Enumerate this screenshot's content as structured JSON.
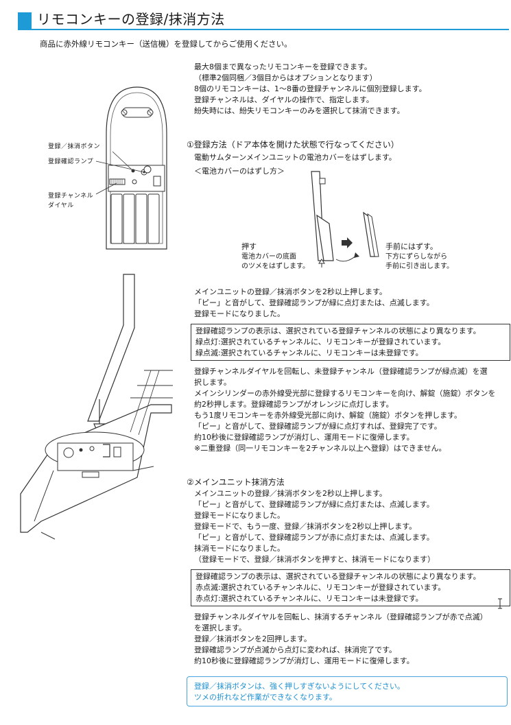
{
  "page": {
    "title": "リモコンキーの登録/抹消方法",
    "intro": "商品に赤外線リモコンキー（送信機）を登録してからご使用ください。"
  },
  "overview": [
    "最大8個まで異なったリモコンキーを登録できます。",
    "（標準2個同梱／3個目からはオプションとなります）",
    "8個のリモコンキーは、1～8番の登録チャンネルに個別登録します。",
    "登録チャンネルは、ダイヤルの操作で、指定します。",
    "紛失時には、紛失リモコンキーのみを選択して抹消できます。"
  ],
  "remote_labels": {
    "button": "登録／抹消ボタン",
    "lamp": "登録確認ランプ",
    "channel_line1": "登録チャンネル",
    "channel_line2": "ダイヤル"
  },
  "section1": {
    "heading": "①登録方法（ドア本体を開けた状態で行なってください）",
    "sub": "電動サムターンメインユニットの電池カバーをはずします。",
    "cover_heading": "＜電池カバーのはずし方＞",
    "push_label": "押す",
    "push_desc1": "電池カバーの底面",
    "push_desc2": "のツメをはずします。",
    "remove_label": "手前にはずす。",
    "remove_desc1": "下方にずらしながら",
    "remove_desc2": "手前に引き出します。",
    "steps_a": [
      "メインユニットの登録／抹消ボタンを2秒以上押します。",
      "「ピー」と音がして、登録確認ランプが緑に点灯または、点滅します。",
      "登録モードになりました。"
    ],
    "box": [
      "登録確認ランプの表示は、選択されている登録チャンネルの状態により異なります。",
      "緑点灯:選択されているチャンネルに、リモコンキーが登録されています。",
      "緑点滅:選択されているチャンネルに、リモコンキーは未登録です。"
    ],
    "steps_b": [
      "登録チャンネルダイヤルを回転し、未登録チャンネル（登録確認ランプが緑点滅）を選",
      "択します。",
      "メインシリンダーの赤外線受光部に登録するリモコンキーを向け、解錠（施錠）ボタンを",
      "約2秒押します。登録確認ランプがオレンジに点灯します。",
      "もう1度リモコンキーを赤外線受光部に向け、解錠（施錠）ボタンを押します。",
      "「ピー」と音がして、登録確認ランプが緑に点灯すれば、登録完了です。",
      "約10秒後に登録確認ランプが消灯し、運用モードに復帰します。",
      "※二重登録（同一リモコンキーを2チャンネル以上へ登録）はできません。"
    ]
  },
  "section2": {
    "heading": "②メインユニット抹消方法",
    "steps_a": [
      "メインユニットの登録／抹消ボタンを2秒以上押します。",
      "「ピー」と音がして、登録確認ランプが緑に点灯または、点滅します。",
      "登録モードになりました。",
      "登録モードで、もう一度、登録／抹消ボタンを2秒以上押します。",
      "「ピー」と音がして、登録確認ランプが赤に点灯または、点滅します。",
      "抹消モードになりました。",
      "（登録モードで、登録／抹消ボタンを押すと、抹消モードになります）"
    ],
    "box": [
      "登録確認ランプの表示は、選択されている登録チャンネルの状態により異なります。",
      "赤点滅:選択されているチャンネルに、リモコンキーが登録されています。",
      "赤点灯:選択されているチャンネルに、リモコンキーは未登録です。"
    ],
    "steps_b": [
      "登録チャンネルダイヤルを回転し、抹消するチャンネル（登録確認ランプが赤で点滅）",
      "を選択します。",
      "登録／抹消ボタンを2回押します。",
      "登録確認ランプが点滅から点灯に変われば、抹消完了です。",
      "約10秒後に登録確認ランプが消灯し、運用モードに復帰します。"
    ]
  },
  "note": [
    "登録／抹消ボタンは、強く押しすぎないようにしてください。",
    "ツメの折れなど作業ができなくなります。"
  ],
  "colors": {
    "accent": "#1e9ad6",
    "note_text": "#1e90d0"
  }
}
